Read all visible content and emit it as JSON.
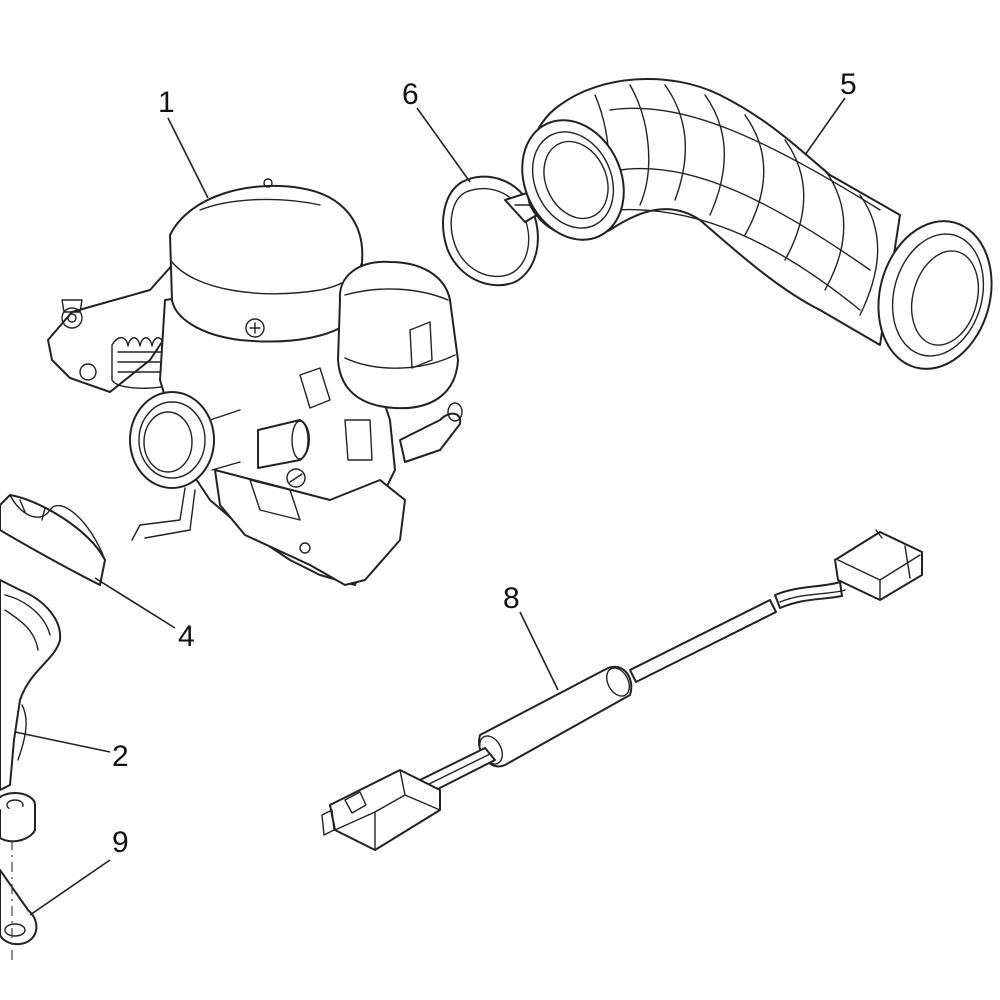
{
  "callouts": [
    {
      "id": "carburettor",
      "label": "1"
    },
    {
      "id": "intake-manifold",
      "label": "2"
    },
    {
      "id": "gasket-ring",
      "label": "4"
    },
    {
      "id": "air-intake-hose",
      "label": "5"
    },
    {
      "id": "hose-clamp",
      "label": "6"
    },
    {
      "id": "wiring-harness",
      "label": "8"
    },
    {
      "id": "bracket",
      "label": "9"
    }
  ],
  "colors": {
    "line": "#222222",
    "background": "#ffffff"
  }
}
